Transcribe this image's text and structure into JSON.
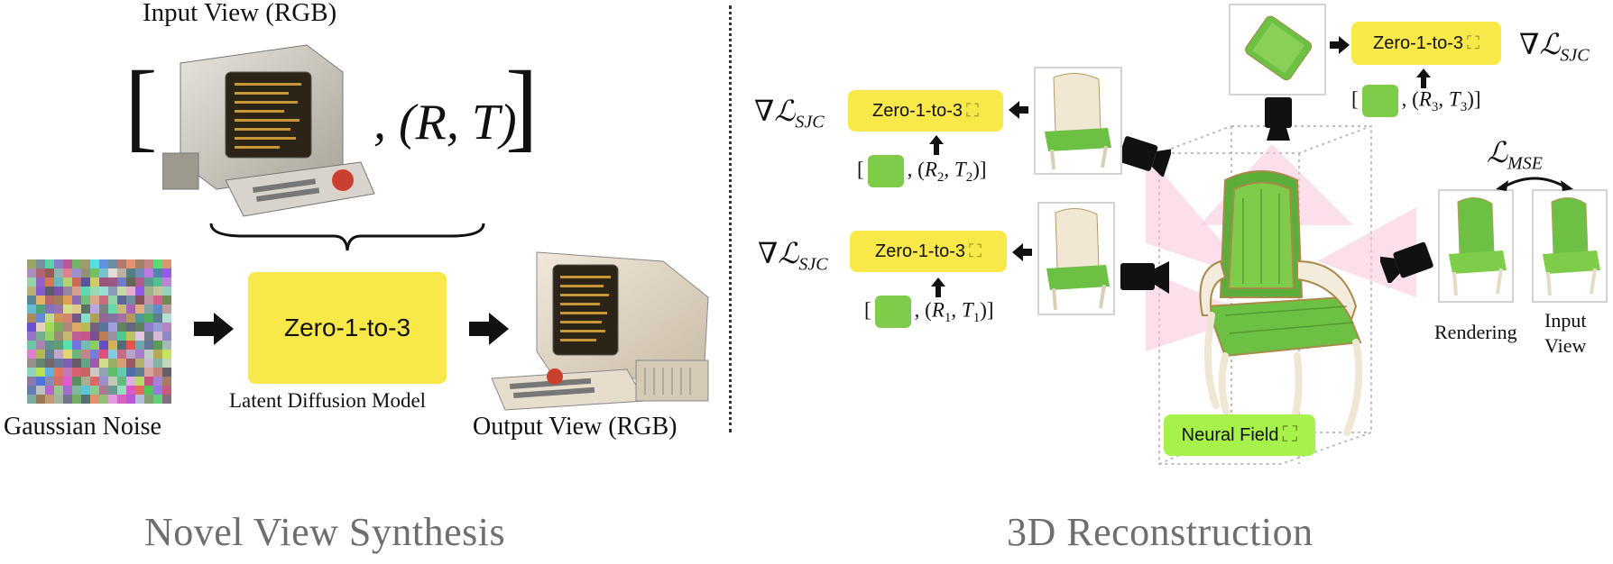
{
  "left": {
    "input_view_label": "Input View (RGB)",
    "pose_tuple": ", (R, T)",
    "gaussian_noise_label": "Gaussian Noise",
    "model_box_label": "Zero-1-to-3",
    "model_caption": "Latent Diffusion Model",
    "output_view_label": "Output View (RGB)",
    "section_title": "Novel View Synthesis"
  },
  "right": {
    "model_labels": [
      "Zero-1-to-3",
      "Zero-1-to-3",
      "Zero-1-to-3"
    ],
    "grad_symbol": "∇ℒ",
    "grad_subscript": "SJC",
    "mse_symbol": "ℒ",
    "mse_subscript": "MSE",
    "pose_pairs": [
      {
        "r": "R",
        "r_sub": "1",
        "t": "T",
        "t_sub": "1"
      },
      {
        "r": "R",
        "r_sub": "2",
        "t": "T",
        "t_sub": "2"
      },
      {
        "r": "R",
        "r_sub": "3",
        "t": "T",
        "t_sub": "3"
      }
    ],
    "neural_field_label": "Neural Field",
    "rendering_label": "Rendering",
    "input_view_label": "Input\nView",
    "section_title": "3D Reconstruction"
  }
}
